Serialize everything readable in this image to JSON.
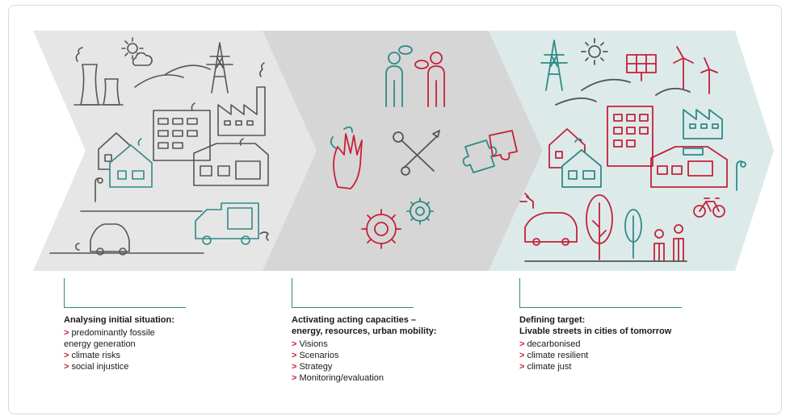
{
  "colors": {
    "panel_gray": "#e6e6e6",
    "panel_gray_mid": "#d6d6d6",
    "panel_teal": "#dcebea",
    "line_gray": "#555555",
    "accent_teal": "#2f8a86",
    "accent_red": "#c6203a",
    "bullet_red": "#c6203a"
  },
  "stages": [
    {
      "id": "analysing",
      "heading_lines": [
        "Analysing initial situation:"
      ],
      "bullets": [
        {
          "text": "predominantly fossile",
          "continuation": "energy generation"
        },
        {
          "text": "climate risks"
        },
        {
          "text": "social injustice"
        }
      ],
      "icons": [
        "sun-cloud-icon",
        "power-plant-icon",
        "pylon-icon",
        "factory-icon",
        "apartment-block-icon",
        "house-icon",
        "street-lamp-icon",
        "car-icon",
        "truck-icon"
      ]
    },
    {
      "id": "activating",
      "heading_lines": [
        "Activating acting capacities –",
        "energy, resources, urban mobility:"
      ],
      "bullets": [
        {
          "text": "Visions"
        },
        {
          "text": "Scenarios"
        },
        {
          "text": "Strategy"
        },
        {
          "text": "Monitoring/evaluation"
        }
      ],
      "icons": [
        "people-talking-icon",
        "hands-icon",
        "tools-icon",
        "puzzle-icon",
        "gears-icon"
      ]
    },
    {
      "id": "defining",
      "heading_lines": [
        "Defining target:",
        "Livable streets in cities of tomorrow"
      ],
      "bullets": [
        {
          "text": "decarbonised"
        },
        {
          "text": "climate resilient"
        },
        {
          "text": "climate just"
        }
      ],
      "icons": [
        "pylon-icon",
        "sun-icon",
        "solar-panel-icon",
        "wind-turbine-icon",
        "factory-icon",
        "green-building-icon",
        "house-icon",
        "electric-car-icon",
        "tree-icon",
        "family-icon",
        "bicycle-icon",
        "street-lamp-icon"
      ]
    }
  ],
  "bullet_marker": ">"
}
